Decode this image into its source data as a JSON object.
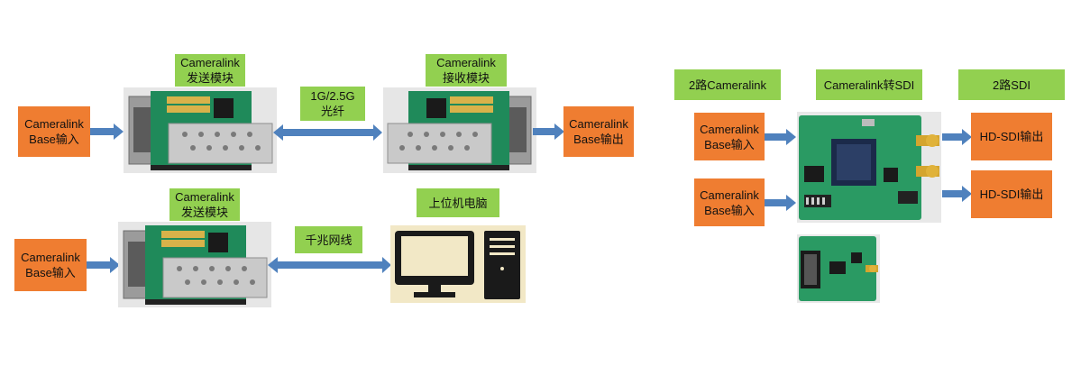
{
  "colors": {
    "input_box": "#ef7d31",
    "label_box": "#92d050",
    "arrow": "#4f81bd",
    "pcb": "#1f8a5a"
  },
  "left": {
    "row1": {
      "input": "Cameralink\nBase输入",
      "tx_label": "Cameralink\n发送模块",
      "link_label": "1G/2.5G\n光纤",
      "rx_label": "Cameralink\n接收模块",
      "output": "Cameralink\nBase输出"
    },
    "row2": {
      "input": "Cameralink\nBase输入",
      "tx_label": "Cameralink\n发送模块",
      "link_label": "千兆网线",
      "pc_label": "上位机电脑"
    }
  },
  "right": {
    "header_left": "2路Cameralink",
    "header_mid": "Cameralink转SDI",
    "header_right": "2路SDI",
    "input1": "Cameralink\nBase输入",
    "input2": "Cameralink\nBase输入",
    "output1": "HD-SDI输出",
    "output2": "HD-SDI输出"
  }
}
